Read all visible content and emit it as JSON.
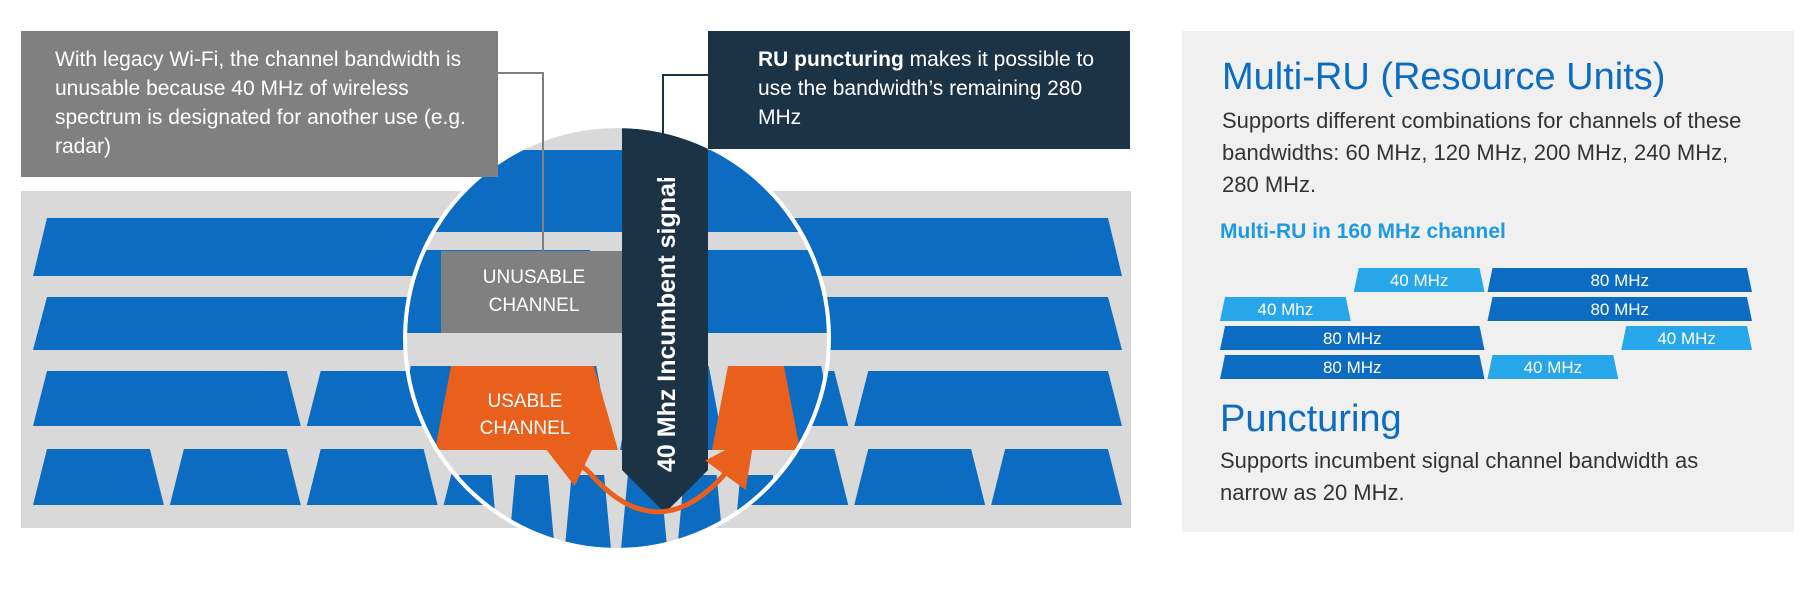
{
  "callouts": {
    "legacy": "With legacy Wi-Fi, the channel bandwidth is unusable because 40 MHz of wireless spectrum is designated for another use (e.g. radar)",
    "ru_bold": "RU puncturing",
    "ru_rest": " makes it possible to use the bandwidth’s remaining 280 MHz"
  },
  "diagram": {
    "unusable_label": [
      "UNUSABLE",
      "CHANNEL"
    ],
    "usable_label": [
      "USABLE",
      "CHANNEL"
    ],
    "incumbent_label": "40 Mhz Incumbent signal"
  },
  "panel": {
    "multi_ru_title": "Multi-RU (Resource Units)",
    "multi_ru_text": "Supports different combinations for channels of these bandwidths: 60 MHz, 120 MHz, 200 MHz, 240 MHz, 280 MHz.",
    "ru_chart_title": "Multi-RU in 160 MHz channel",
    "ru_rows": [
      [
        {
          "label": "40 MHz",
          "start": 40,
          "width": 40,
          "tone": "light"
        },
        {
          "label": "80 MHz",
          "start": 80,
          "width": 80,
          "tone": "dark"
        }
      ],
      [
        {
          "label": "40 Mhz",
          "start": 0,
          "width": 40,
          "tone": "light"
        },
        {
          "label": "80 MHz",
          "start": 80,
          "width": 80,
          "tone": "dark"
        }
      ],
      [
        {
          "label": "80 MHz",
          "start": 0,
          "width": 80,
          "tone": "dark"
        },
        {
          "label": "40 MHz",
          "start": 120,
          "width": 40,
          "tone": "light"
        }
      ],
      [
        {
          "label": "80 MHz",
          "start": 0,
          "width": 80,
          "tone": "dark"
        },
        {
          "label": "40 MHz",
          "start": 80,
          "width": 40,
          "tone": "light"
        }
      ]
    ],
    "puncturing_title": "Puncturing",
    "puncturing_text": "Supports incumbent signal channel bandwidth as narrow as 20 MHz."
  },
  "colors": {
    "blue": "#0b6cc1",
    "light_blue": "#27a6ea",
    "grey_band": "#d9d9d9",
    "callout_grey": "#808080",
    "navy": "#1c3346",
    "orange": "#e8601c",
    "unusable_grey": "#808080"
  }
}
